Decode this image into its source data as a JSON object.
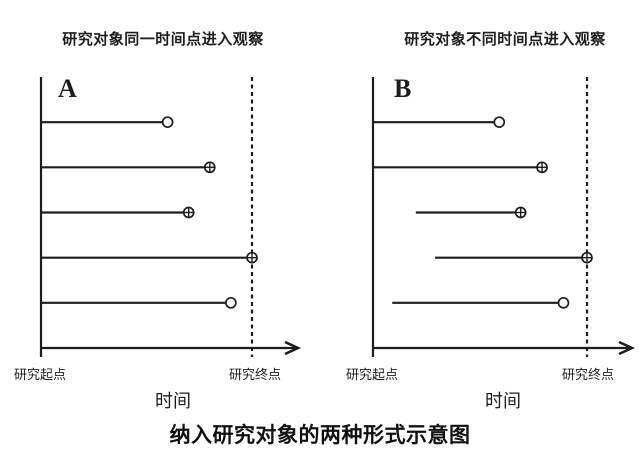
{
  "caption": "纳入研究对象的两种形式示意图",
  "colors": {
    "ink": "#1d1d1d",
    "background": "#ffffff"
  },
  "marker_types": {
    "open_circle": "circle",
    "circle_with_cross": "circle-plus"
  },
  "panels": [
    {
      "label": "A",
      "title": "研究对象同一时间点进入观察",
      "axis_start_label": "研究起点",
      "axis_end_label": "研究终点",
      "axis_title": "时间",
      "subjects": [
        {
          "start": 0,
          "end": 0.6,
          "marker": "circle"
        },
        {
          "start": 0,
          "end": 0.8,
          "marker": "circle-plus"
        },
        {
          "start": 0,
          "end": 0.7,
          "marker": "circle-plus"
        },
        {
          "start": 0,
          "end": 1.0,
          "marker": "circle-plus"
        },
        {
          "start": 0,
          "end": 0.9,
          "marker": "circle"
        }
      ]
    },
    {
      "label": "B",
      "title": "研究对象不同时间点进入观察",
      "axis_start_label": "研究起点",
      "axis_end_label": "研究终点",
      "axis_title": "时间",
      "subjects": [
        {
          "start": 0,
          "end": 0.59,
          "marker": "circle"
        },
        {
          "start": 0,
          "end": 0.79,
          "marker": "circle-plus"
        },
        {
          "start": 0.2,
          "end": 0.69,
          "marker": "circle-plus"
        },
        {
          "start": 0.29,
          "end": 1.0,
          "marker": "circle-plus"
        },
        {
          "start": 0.09,
          "end": 0.89,
          "marker": "circle"
        }
      ]
    }
  ]
}
